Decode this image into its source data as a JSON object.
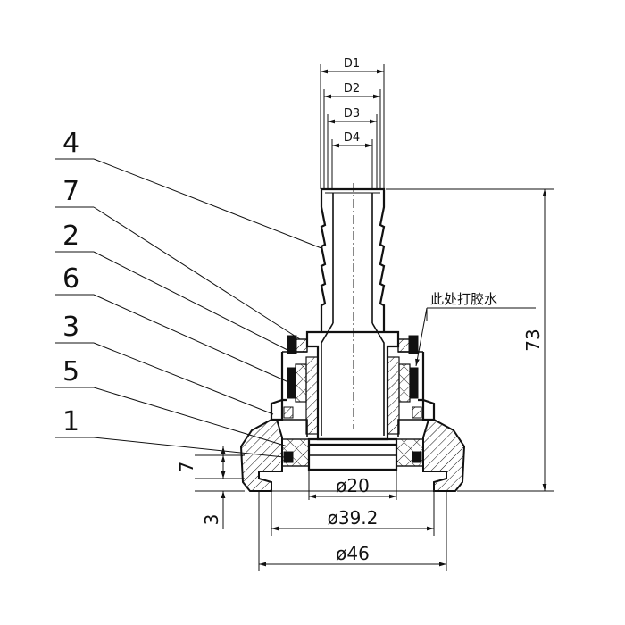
{
  "part_labels": [
    "4",
    "7",
    "2",
    "6",
    "3",
    "5",
    "1"
  ],
  "top_dims": [
    "D1",
    "D2",
    "D3",
    "D4"
  ],
  "note": "此处打胶水",
  "height_dim": "73",
  "left_dims": [
    "7",
    "3"
  ],
  "bottom_dims": [
    "ø20",
    "ø39.2",
    "ø46"
  ]
}
